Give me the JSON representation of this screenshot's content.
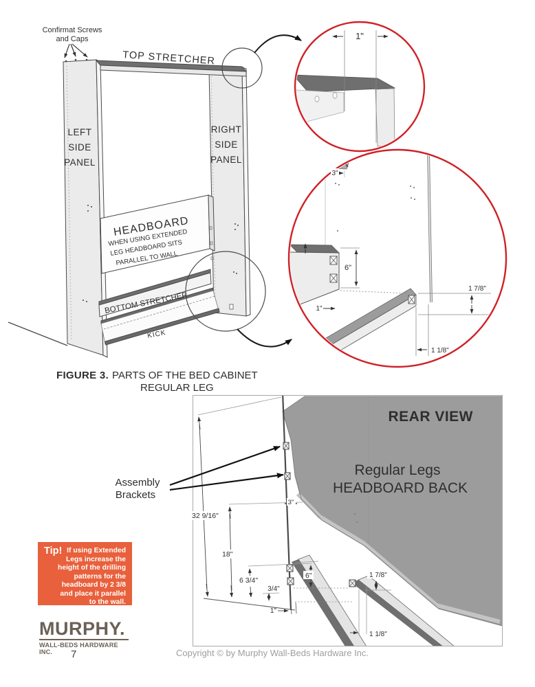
{
  "fig": {
    "confirmat": [
      "Confirmat Screws",
      "and Caps"
    ],
    "top_stretcher": "TOP STRETCHER",
    "left_panel": [
      "LEFT",
      "SIDE",
      "PANEL"
    ],
    "right_panel": [
      "RIGHT",
      "SIDE",
      "PANEL"
    ],
    "headboard": "HEADBOARD",
    "headboard_note": [
      "WHEN USING EXTENDED",
      "LEG HEADBOARD SITS",
      "PARALLEL TO WALL"
    ],
    "bottom_stretcher": "BOTTOM STRETCHER",
    "kick": "KICK",
    "caption": {
      "label": "FIGURE 3.",
      "line1": "PARTS OF THE BED CABINET",
      "line2": "REGULAR LEG"
    },
    "detail_top": {
      "d1": "1\""
    },
    "detail_bot": {
      "d3": "3\"",
      "d6": "6\"",
      "d1": "1\"",
      "d178": "1 7/8\"",
      "d118": "1 1/8\""
    }
  },
  "rear": {
    "title": "REAR VIEW",
    "line1": "Regular Legs",
    "line2": "HEADBOARD BACK",
    "assembly": [
      "Assembly",
      "Brackets"
    ],
    "dims": {
      "h3296": "32 9/16\"",
      "h18": "18\"",
      "h634": "6 3/4\"",
      "h34": "3/4\"",
      "w1": "1\"",
      "w3": "3\"",
      "h6": "6\"",
      "h178": "1 7/8\"",
      "w118": "1 1/8\""
    }
  },
  "tip": {
    "label": "Tip!",
    "text": "If using Extended\nLegs increase the\nheight of the drilling\npatterns for the\nheadboard by 2 3/8\nand place it parallel\nto the wall."
  },
  "logo": {
    "brand": "MURPHY.",
    "tagline": "WALL-BEDS HARDWARE INC."
  },
  "page": {
    "number": "7",
    "copyright": "Copyright © by Murphy Wall-Beds Hardware Inc."
  },
  "colors": {
    "tip_bg": "#E8603C",
    "callout_red": "#CF2127",
    "logo_brown": "#6B6156",
    "line_dark": "#4A4A4A",
    "headboard_back_gray": "#9C9C9C"
  }
}
